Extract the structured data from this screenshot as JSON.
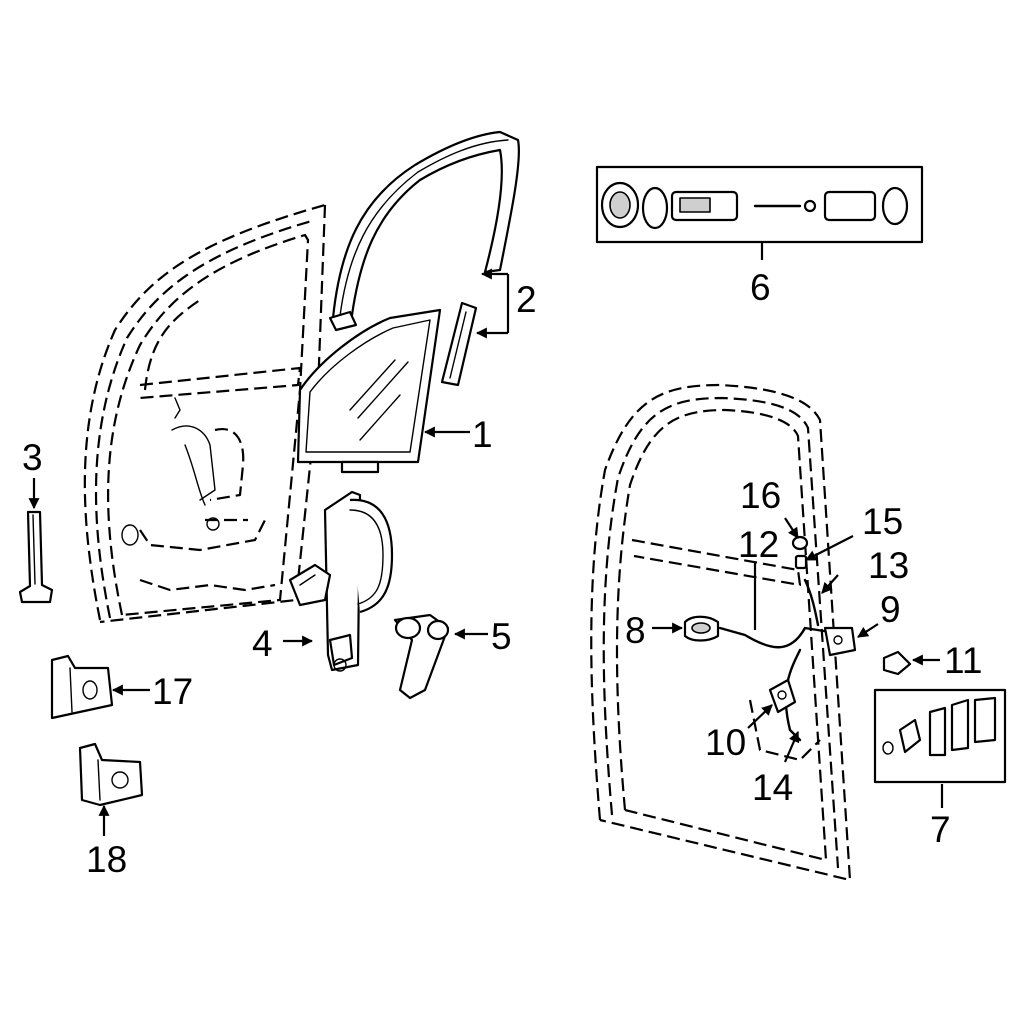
{
  "callouts": {
    "c1": "1",
    "c2": "2",
    "c3": "3",
    "c4": "4",
    "c5": "5",
    "c6": "6",
    "c7": "7",
    "c8": "8",
    "c9": "9",
    "c10": "10",
    "c11": "11",
    "c12": "12",
    "c13": "13",
    "c14": "14",
    "c15": "15",
    "c16": "16",
    "c17": "17",
    "c18": "18"
  },
  "colors": {
    "line": "#000000",
    "background": "#ffffff",
    "shading": "#cfcfcf"
  }
}
